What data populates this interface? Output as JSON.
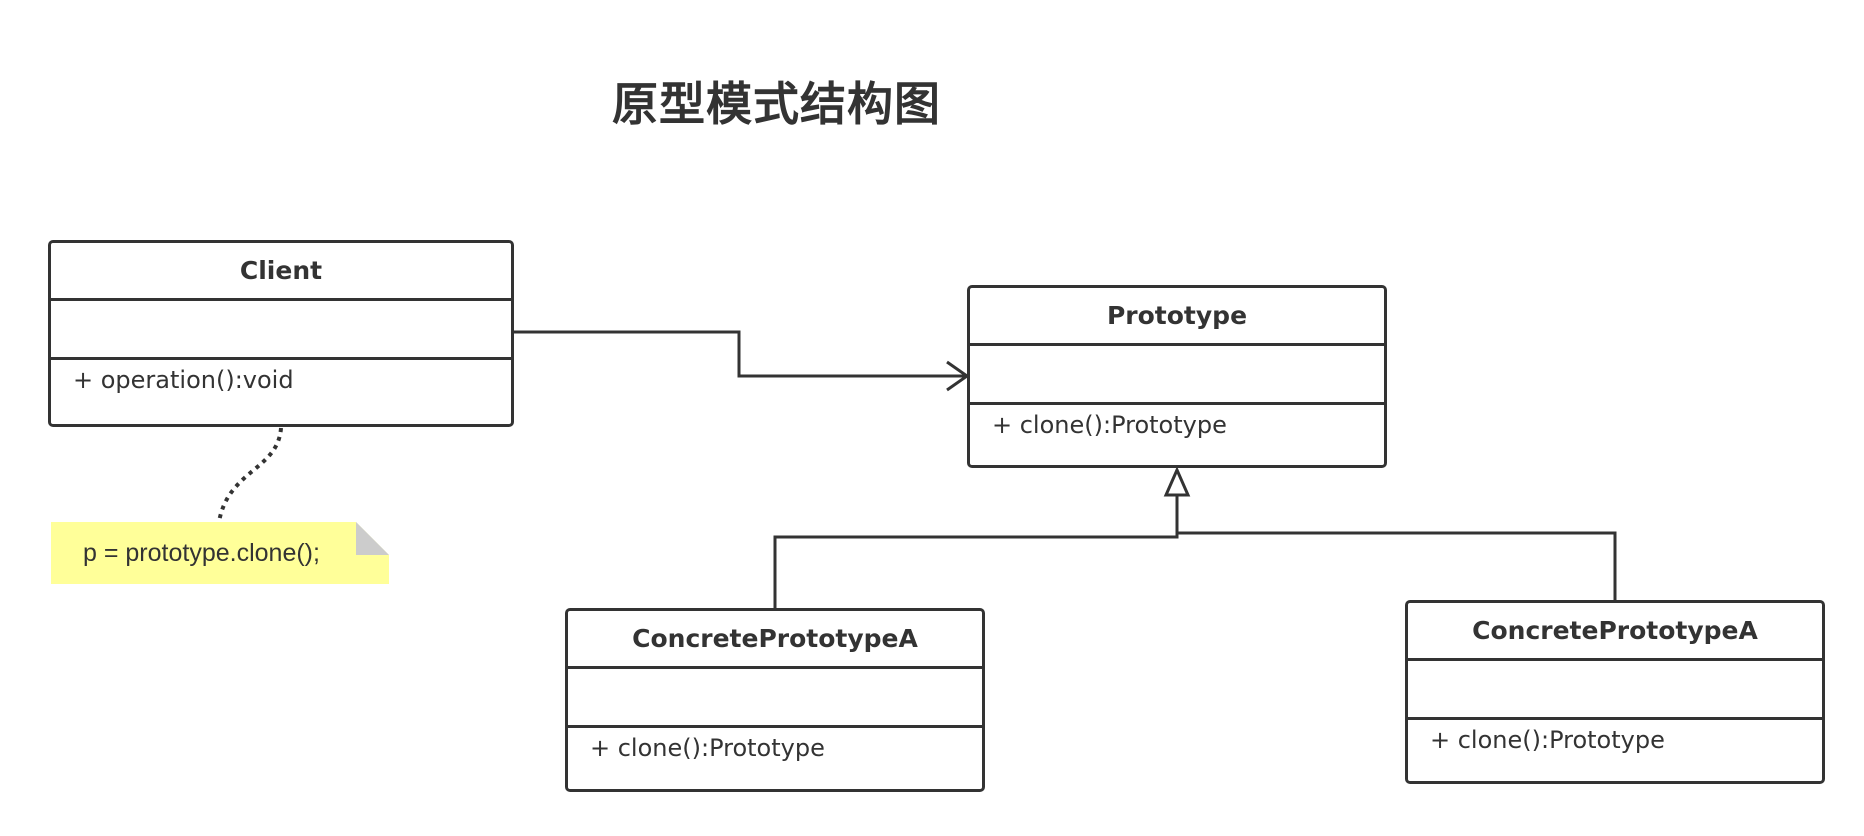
{
  "title": "原型模式结构图",
  "classes": {
    "client": {
      "name": "Client",
      "operations": [
        "+ operation():void"
      ]
    },
    "prototype": {
      "name": "Prototype",
      "operations": [
        "+ clone():Prototype"
      ]
    },
    "concrete_a": {
      "name": "ConcretePrototypeA",
      "operations": [
        "+ clone():Prototype"
      ]
    },
    "concrete_b": {
      "name": "ConcretePrototypeA",
      "operations": [
        "+ clone():Prototype"
      ]
    }
  },
  "note": {
    "text": "p = prototype.clone();"
  },
  "relations": [
    {
      "from": "Client",
      "to": "Prototype",
      "type": "association"
    },
    {
      "from": "ConcretePrototypeA",
      "to": "Prototype",
      "type": "generalization"
    },
    {
      "from": "ConcretePrototypeA",
      "to": "Prototype",
      "type": "generalization"
    },
    {
      "from": "note",
      "to": "Client",
      "type": "note-attachment"
    }
  ],
  "colors": {
    "line": "#333333",
    "note_fill": "#ffff99",
    "note_fold": "#cccccc"
  }
}
